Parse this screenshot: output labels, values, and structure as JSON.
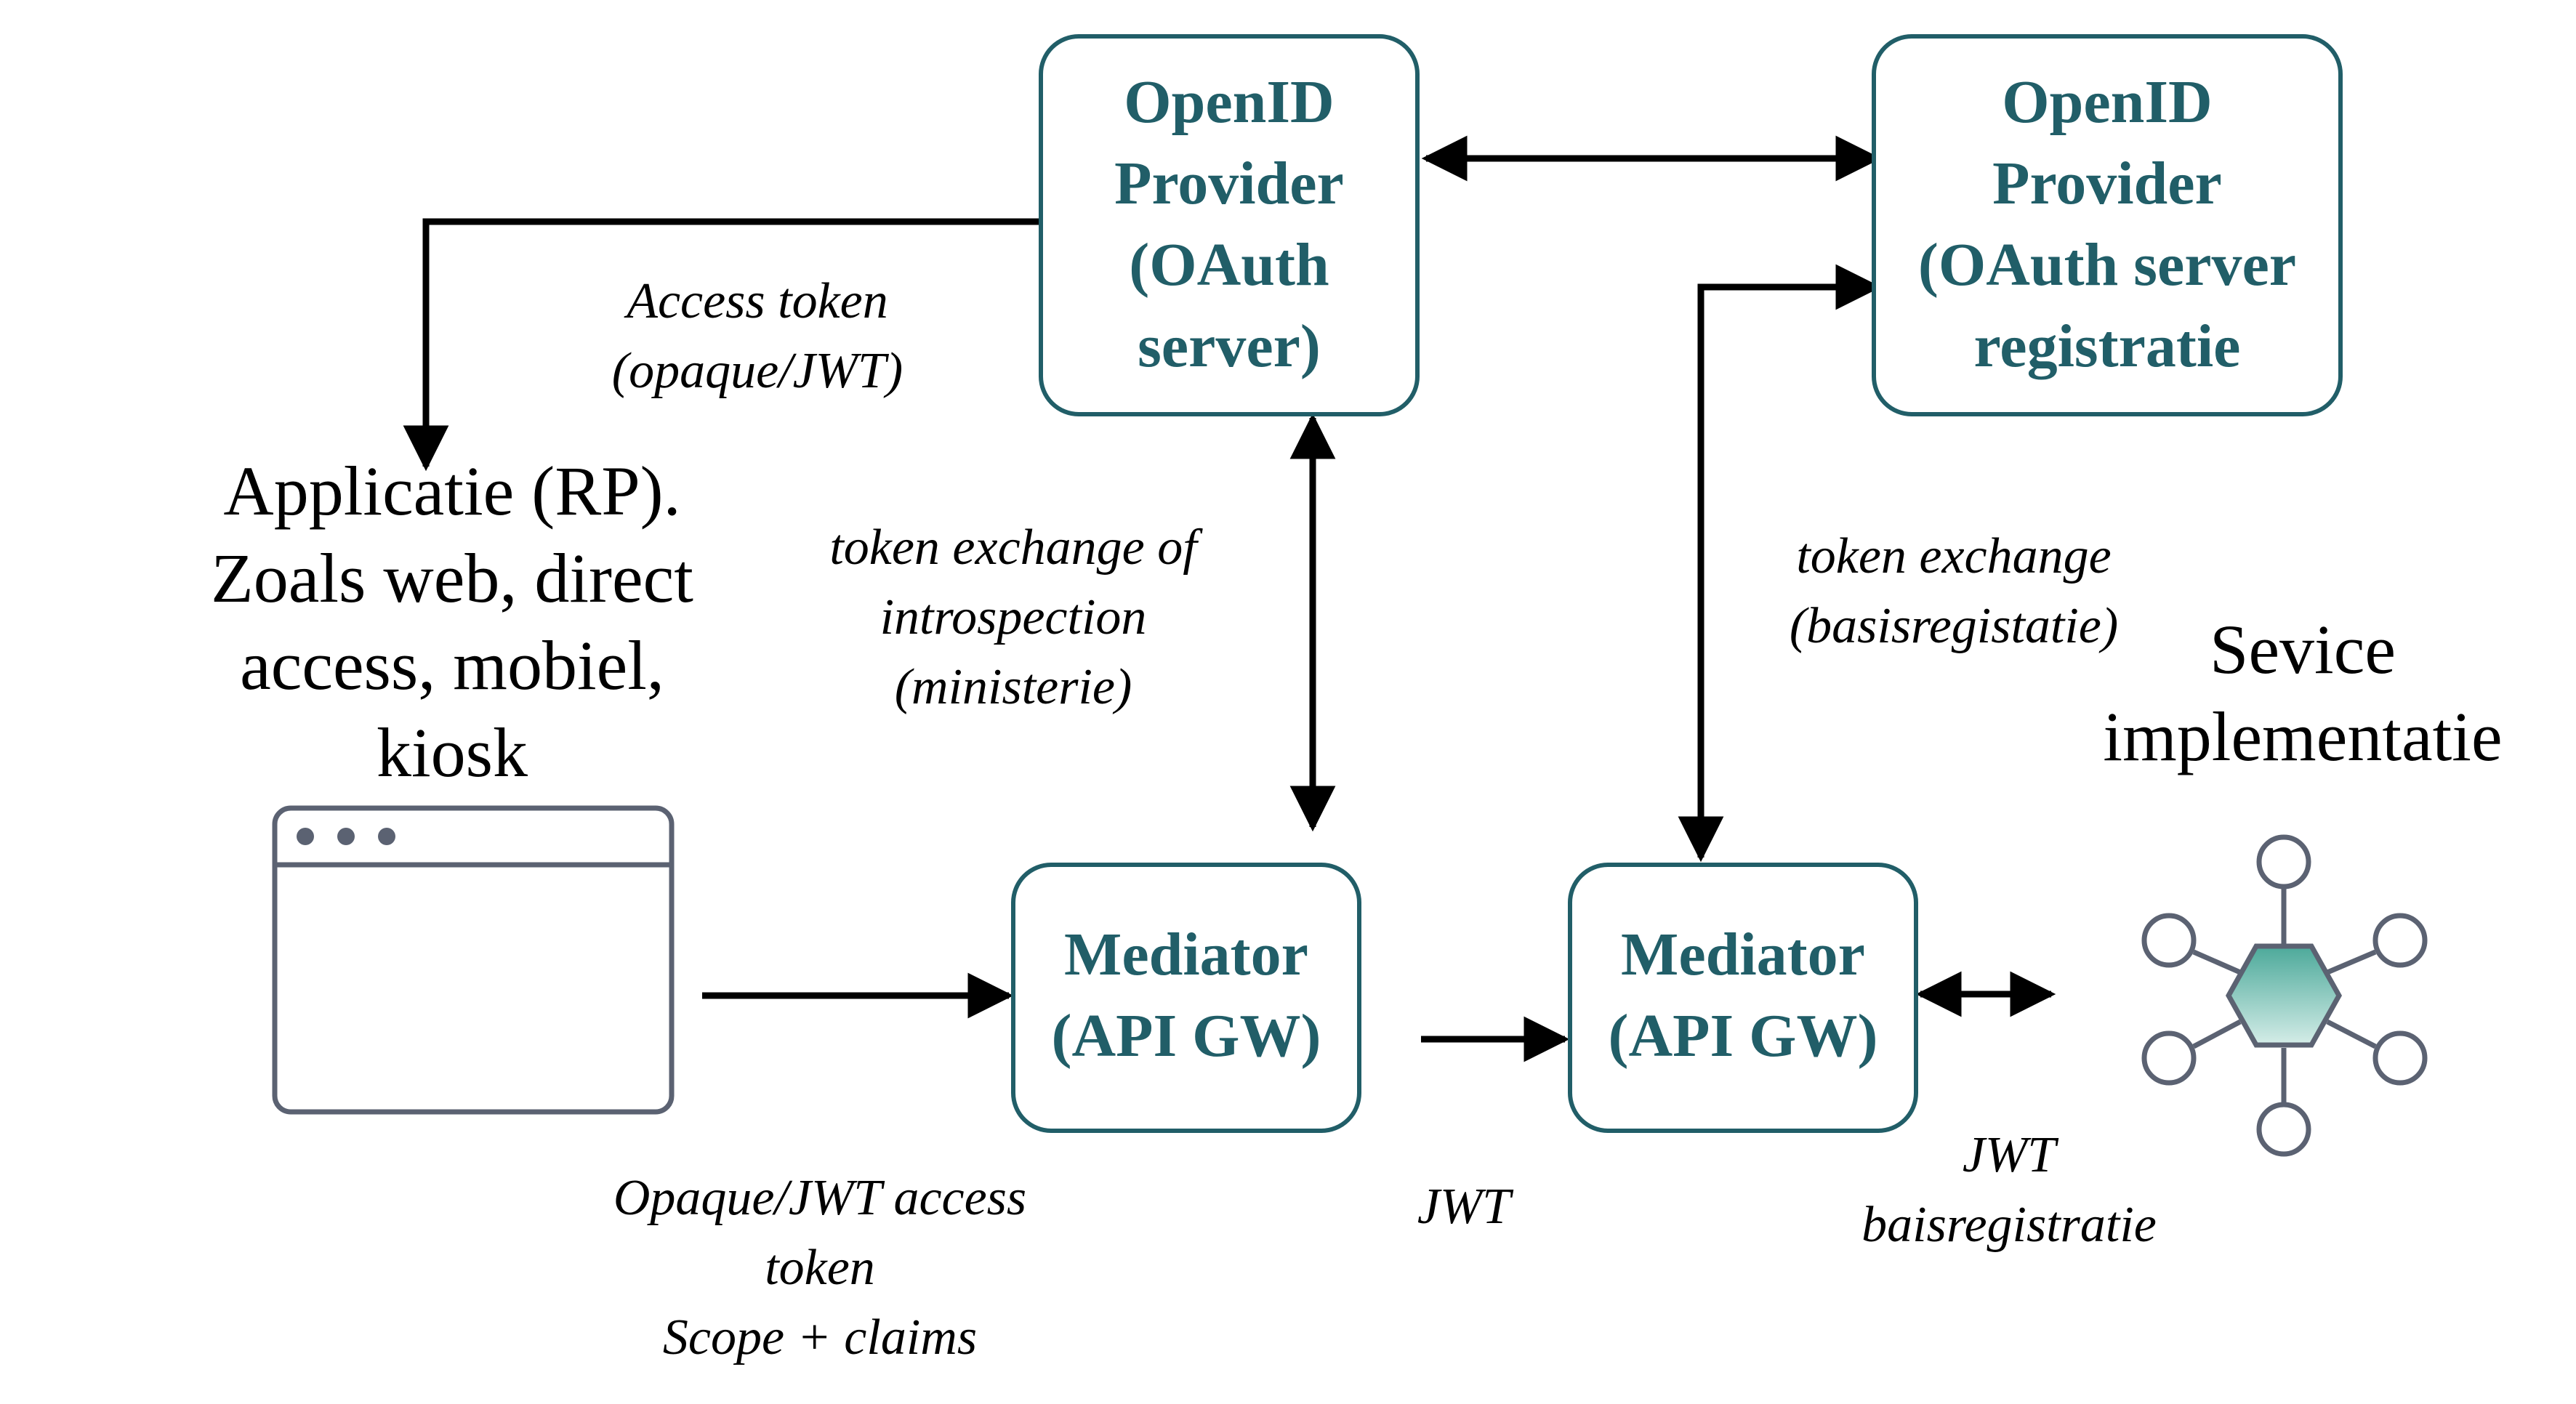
{
  "nodes": {
    "op_oauth": {
      "lines": [
        "OpenID",
        "Provider",
        "(OAuth",
        "server)"
      ]
    },
    "op_registratie": {
      "lines": [
        "OpenID",
        "Provider",
        "(OAuth server",
        "registratie"
      ]
    },
    "mediator_1": {
      "lines": [
        "Mediator",
        "(API GW)"
      ]
    },
    "mediator_2": {
      "lines": [
        "Mediator",
        "(API GW)"
      ]
    }
  },
  "client_label": [
    "Applicatie (RP).",
    "Zoals web, direct",
    "access, mobiel,",
    "kiosk"
  ],
  "service_label": [
    "Sevice",
    "implementatie"
  ],
  "edge_labels": {
    "access_token": [
      "Access token",
      "(opaque/JWT)"
    ],
    "token_exchange_ministerie": [
      "token exchange of",
      "introspection",
      "(ministerie)"
    ],
    "token_exchange_basis": [
      "token exchange",
      "(basisregistatie)"
    ],
    "client_to_mediator": [
      "Opaque/JWT access",
      "token",
      "Scope + claims"
    ],
    "mediator_to_mediator": [
      "JWT"
    ],
    "mediator_to_service": [
      "JWT",
      "baisregistratie"
    ]
  },
  "icons": {
    "client": "browser-window-icon",
    "service": "service-hexagon-network-icon"
  },
  "colors": {
    "box_border": "#215e68",
    "box_text": "#215e68",
    "hexagon_fill_top": "#4ca99a",
    "hexagon_fill_bottom": "#d5ede8",
    "icon_stroke": "#5b6272"
  }
}
